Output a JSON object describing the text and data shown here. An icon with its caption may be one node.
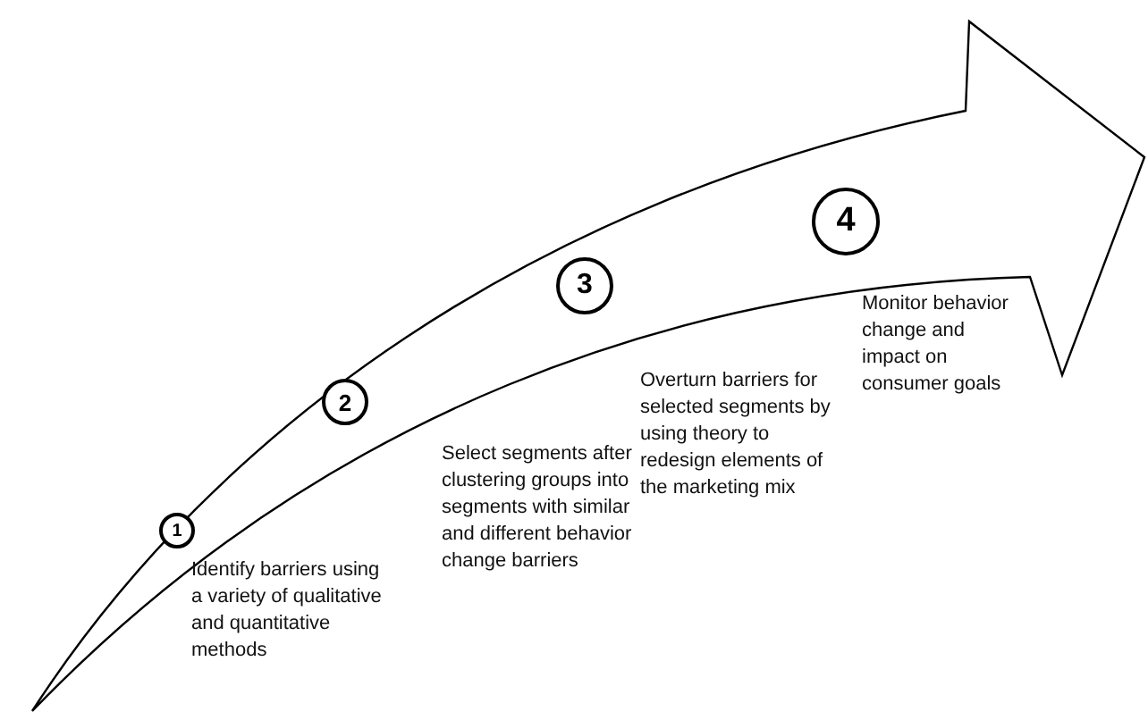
{
  "diagram": {
    "nodes": [
      {
        "text": [
          "1"
        ],
        "beside": [
          "Identify barriers using a variety of qualitative and quantitative methods"
        ]
      },
      {
        "text": [
          "2"
        ],
        "beside": [
          "Select segments after clustering groups into segments with similar and different behavior change barriers"
        ]
      },
      {
        "text": [
          "3"
        ],
        "beside": [
          "Overturn barriers for selected segments by using theory to redesign elements of the marketing mix"
        ]
      },
      {
        "text": [
          "4"
        ],
        "beside": [
          "Monitor behavior change and impact on consumer goals"
        ]
      }
    ]
  }
}
